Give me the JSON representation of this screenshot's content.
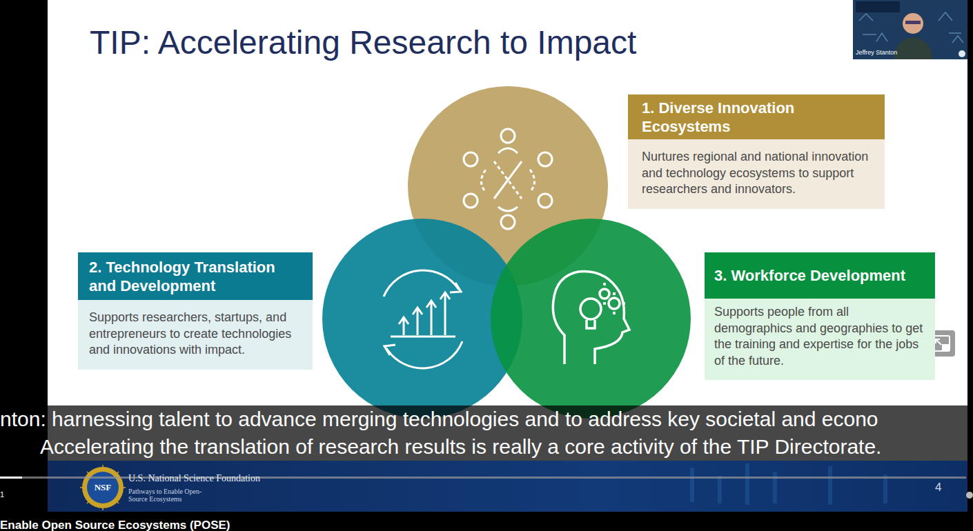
{
  "diagram": {
    "title": "TIP: Accelerating Research to Impact",
    "nodes": [
      {
        "text": [
          "1. Diverse Innovation Ecosystems",
          "Nurtures regional and national innovation and technology ecosystems to support researchers and innovators."
        ]
      },
      {
        "text": [
          "2. Technology Translation and Development",
          "Supports researchers, startups, and entrepreneurs to create technologies and innovations with impact."
        ]
      },
      {
        "text": [
          "3. Workforce Development",
          "Supports people from all demographics and geographies to get the training and expertise for the jobs of the future."
        ]
      }
    ],
    "labels": [
      "Jeffrey Stanton",
      "nton: harnessing talent to advance merging technologies and to address key societal and econo",
      "Accelerating the translation of research results is really a core activity of the TIP Directorate.",
      "NSF",
      "U.S. National Science Foundation",
      "Pathways to Enable Open-Source Ecosystems",
      "4",
      "1",
      "Enable Open Source Ecosystems (POSE)"
    ]
  }
}
